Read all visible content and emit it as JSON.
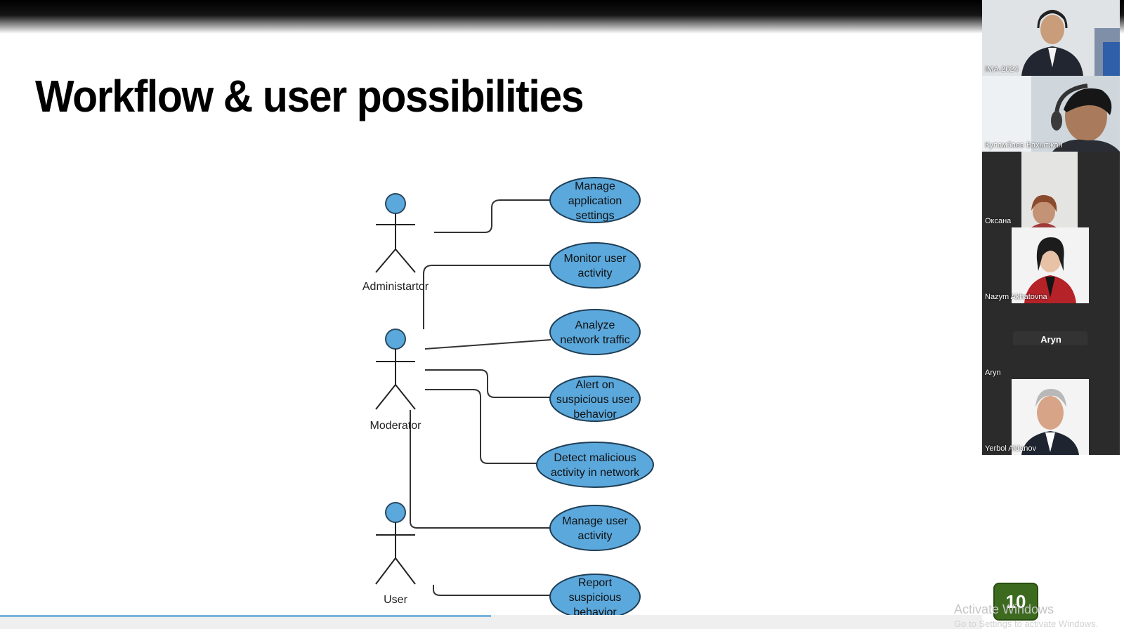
{
  "slide": {
    "title": "Workflow & user possibilities",
    "page_number": "10"
  },
  "diagram": {
    "actors": [
      {
        "label": "Administartor"
      },
      {
        "label": "Moderator"
      },
      {
        "label": "User"
      }
    ],
    "use_cases": [
      {
        "lines": [
          "Manage",
          "application",
          "settings"
        ]
      },
      {
        "lines": [
          "Monitor user",
          "activity"
        ]
      },
      {
        "lines": [
          "Analyze",
          "network traffic"
        ]
      },
      {
        "lines": [
          "Alert on",
          "suspicious user",
          "behavior"
        ]
      },
      {
        "lines": [
          "Detect malicious",
          "activity in network"
        ]
      },
      {
        "lines": [
          "Manage user",
          "activity"
        ]
      },
      {
        "lines": [
          "Report",
          "suspicious",
          "behavior"
        ]
      }
    ]
  },
  "participants": [
    {
      "name": "IMA-2024",
      "center_label": ""
    },
    {
      "name": "Куламбаев Бахытжан",
      "center_label": ""
    },
    {
      "name": "Оксана",
      "center_label": ""
    },
    {
      "name": "Nazym Akhatovna",
      "center_label": ""
    },
    {
      "name": "Aryn",
      "center_label": "Aryn"
    },
    {
      "name": "Yerbol Aldanov",
      "center_label": ""
    }
  ],
  "watermark": {
    "title": "Activate Windows",
    "subtitle": "Go to Settings to activate Windows."
  },
  "progress": {
    "fraction": 0.5
  },
  "colors": {
    "usecase_fill": "#5ba8dc",
    "usecase_stroke": "#1f3e55",
    "actor_fill": "#5ba8dc",
    "page_badge": "#3c6b1f"
  }
}
